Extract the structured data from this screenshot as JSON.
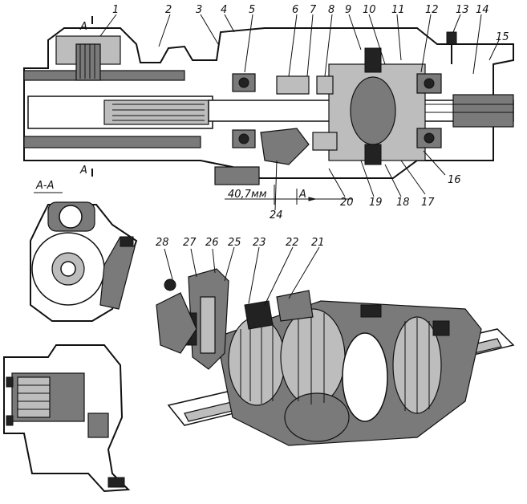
{
  "callouts_top": [
    "1",
    "2",
    "3",
    "4",
    "5",
    "6",
    "7",
    "8",
    "9",
    "10",
    "11",
    "12",
    "13",
    "14",
    "15"
  ],
  "callouts_side": [
    "16",
    "17",
    "18",
    "19",
    "20",
    "24"
  ],
  "callouts_exploded": [
    "28",
    "27",
    "26",
    "25",
    "23",
    "22",
    "21"
  ],
  "section_marker": "А",
  "section_view_label": "А-А",
  "dimension_text": "40,7мм",
  "dimension_arrow_label": "А"
}
